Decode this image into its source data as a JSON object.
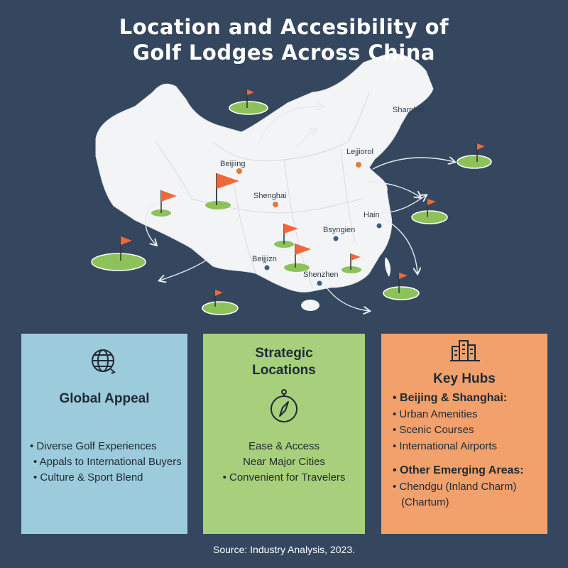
{
  "title": {
    "line1": "Location and Accesibility of",
    "line2": "Golf Lodges Across China"
  },
  "map": {
    "city_labels": [
      "Beijiing",
      "Shenghai",
      "Lejjiorol",
      "Sharghai",
      "Hain",
      "Bsyngien",
      "Beijjizn",
      "Shenzhen"
    ],
    "colors": {
      "land": "#f2f4f6",
      "flag": "#f0683a",
      "green": "#8dc25a",
      "arrow": "#e6ebf0",
      "dot_orange": "#e07b39",
      "dot_blue": "#3a5d8a"
    }
  },
  "cards": {
    "global": {
      "icon": "globe-icon",
      "title": "Global Appeal",
      "bullets": [
        "• Diverse Golf Experiences",
        "• Appals to International Buyers",
        "• Culture & Sport Blend"
      ],
      "bg": "#9ccbdc"
    },
    "strategic": {
      "icon": "compass-icon",
      "title_line1": "Strategic",
      "title_line2": "Locations",
      "bullets": [
        "Ease & Access",
        "Near Major Cities",
        "• Convenient for Travelers"
      ],
      "bg": "#a8cf7b"
    },
    "hubs": {
      "icon": "city-buildings-icon",
      "title": "Key Hubs",
      "items": [
        "• Beijing & Shanghai:",
        "• Urban Amenities",
        "• Scenic Courses",
        "• International Airports",
        "• Other Emerging Areas:",
        "• Chendgu  (Inland Charm)",
        "(Chartum)"
      ],
      "bg": "#f2a06c"
    }
  },
  "source": "Source: Industry Analysis, 2023."
}
